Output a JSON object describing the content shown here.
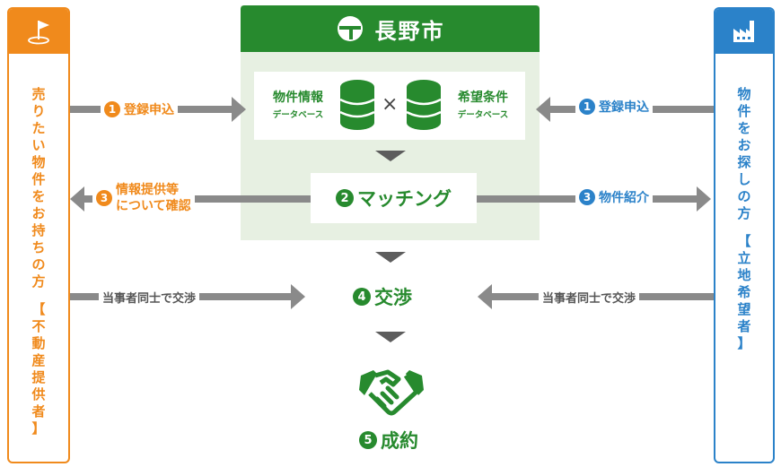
{
  "city": {
    "name": "長野市"
  },
  "left_column": {
    "title_chars": [
      "売",
      "り",
      "た",
      "い",
      "物",
      "件",
      "を",
      "お",
      "持",
      "ち",
      "の",
      "方"
    ],
    "subtitle_chars": [
      "【",
      "不",
      "動",
      "産",
      "提",
      "供",
      "者",
      "】"
    ]
  },
  "right_column": {
    "title_chars": [
      "物",
      "件",
      "を",
      "お",
      "探",
      "し",
      "の",
      "方"
    ],
    "subtitle_chars": [
      "【",
      "立",
      "地",
      "希",
      "望",
      "者",
      "】"
    ]
  },
  "databases": {
    "left": {
      "line1": "物件情報",
      "line2": "データベース"
    },
    "right": {
      "line1": "希望条件",
      "line2": "データベース"
    },
    "operator": "×"
  },
  "steps": {
    "s1_left": {
      "num": "1",
      "label": "登録申込"
    },
    "s1_right": {
      "num": "1",
      "label": "登録申込"
    },
    "s2": {
      "num": "2",
      "label": "マッチング"
    },
    "s3_left": {
      "num": "3",
      "line1": "情報提供等",
      "line2": "について確認"
    },
    "s3_right": {
      "num": "3",
      "label": "物件紹介"
    },
    "s4": {
      "num": "4",
      "label": "交渉"
    },
    "negotiation_left": "当事者同士で交渉",
    "negotiation_right": "当事者同士で交渉",
    "s5": {
      "num": "5",
      "label": "成約"
    }
  },
  "icons": {
    "left_header": "flag-icon",
    "right_header": "factory-icon",
    "city_logo": "city-emblem-icon",
    "database": "database-icon",
    "handshake": "handshake-icon"
  },
  "colors": {
    "green": "#278a2e",
    "orange": "#f08a1c",
    "blue": "#2b82c9",
    "arrow_gray": "#8a8a8a"
  }
}
